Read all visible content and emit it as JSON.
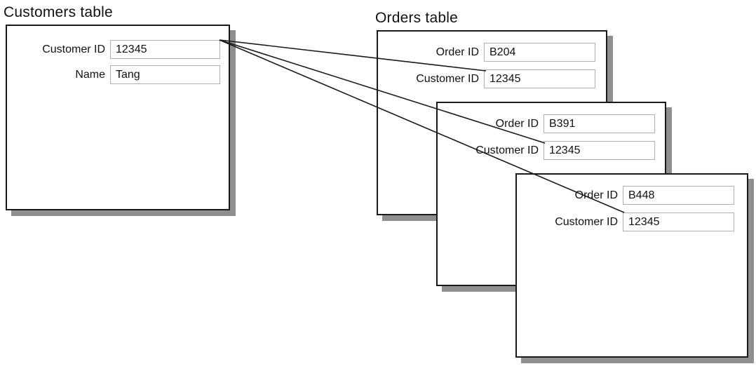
{
  "colors": {
    "background": "#ffffff",
    "card_border": "#1a1a1a",
    "field_box_border": "#b0b0b0",
    "card_shadow": "#8f8f8f",
    "relationship_line": "#1a1a1a",
    "text": "#111111"
  },
  "customers_table": {
    "title": "Customers table",
    "fields": [
      {
        "label": "Customer ID",
        "value": "12345"
      },
      {
        "label": "Name",
        "value": "Tang"
      }
    ]
  },
  "orders_table": {
    "title": "Orders table",
    "cards": [
      {
        "fields": [
          {
            "label": "Order ID",
            "value": "B204"
          },
          {
            "label": "Customer ID",
            "value": "12345"
          }
        ]
      },
      {
        "fields": [
          {
            "label": "Order ID",
            "value": "B391"
          },
          {
            "label": "Customer ID",
            "value": "12345"
          }
        ]
      },
      {
        "fields": [
          {
            "label": "Order ID",
            "value": "B448"
          },
          {
            "label": "Customer ID",
            "value": "12345"
          }
        ]
      }
    ]
  },
  "relationships": [
    {
      "from": "Customers table / Customer ID 12345",
      "to": "Orders table card B204 / Customer ID"
    },
    {
      "from": "Customers table / Customer ID 12345",
      "to": "Orders table card B391 / Customer ID"
    },
    {
      "from": "Customers table / Customer ID 12345",
      "to": "Orders table card B448 / Customer ID"
    }
  ]
}
